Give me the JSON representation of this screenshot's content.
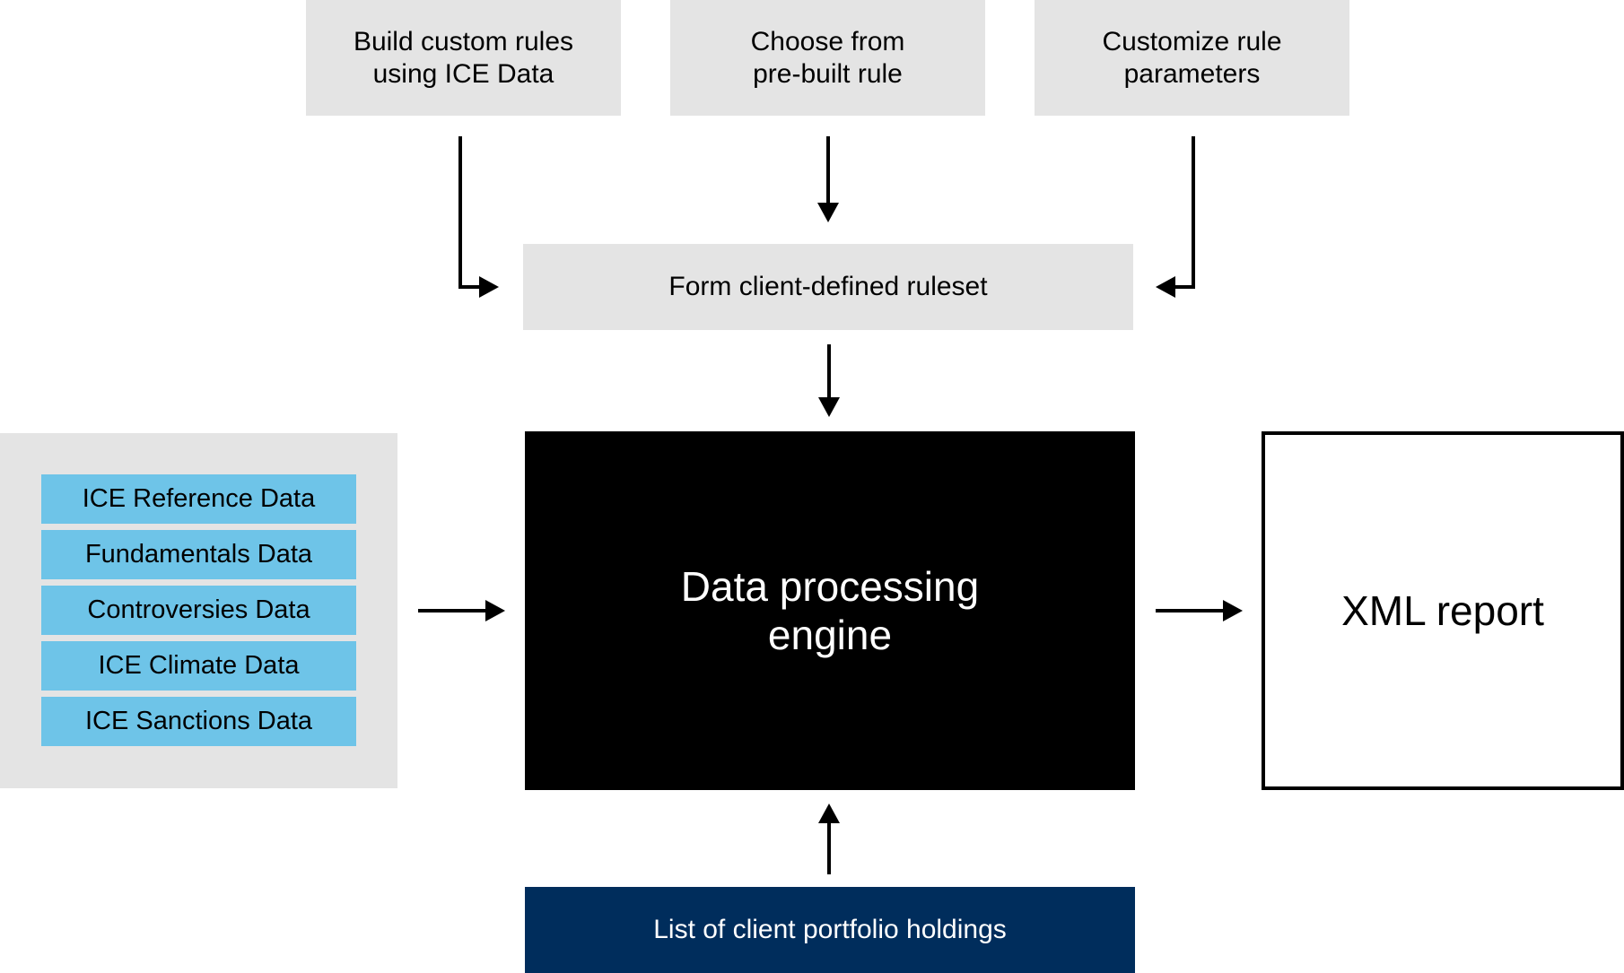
{
  "diagram": {
    "top_boxes": [
      {
        "line1": "Build custom rules",
        "line2": "using ICE Data"
      },
      {
        "line1": "Choose from",
        "line2": "pre-built rule"
      },
      {
        "line1": "Customize rule",
        "line2": "parameters"
      }
    ],
    "ruleset": "Form client-defined ruleset",
    "data_sources": [
      "ICE Reference Data",
      "Fundamentals Data",
      "Controversies Data",
      "ICE Climate Data",
      "ICE Sanctions Data"
    ],
    "engine": {
      "line1": "Data processing",
      "line2": "engine"
    },
    "output": "XML report",
    "holdings": "List of client portfolio holdings"
  },
  "colors": {
    "gray_box": "#e4e4e4",
    "source_item": "#6ec4e8",
    "engine_bg": "#000000",
    "holdings_bg": "#002d5c"
  }
}
